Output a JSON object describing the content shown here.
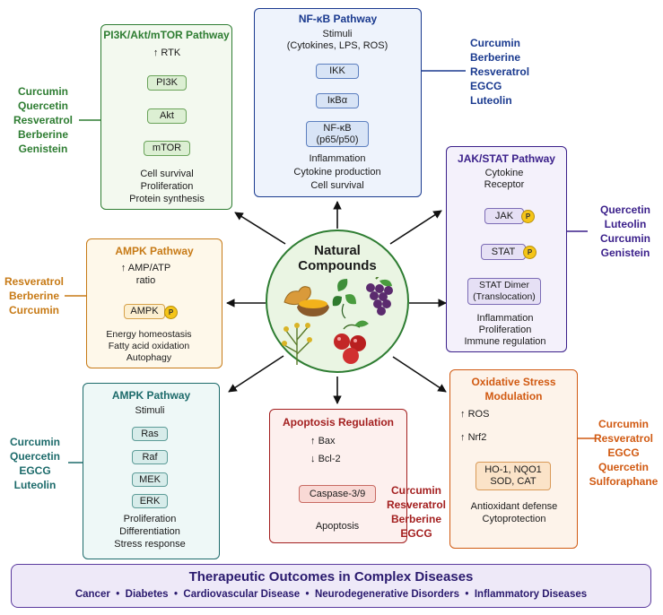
{
  "center": {
    "line1": "Natural",
    "line2": "Compounds"
  },
  "pi3k": {
    "title": "PI3K/Akt/mTOR Pathway",
    "rtk": "RTK",
    "pi3k": "PI3K",
    "akt": "Akt",
    "mtor": "mTOR",
    "out1": "Cell survival",
    "out2": "Proliferation",
    "out3": "Protein synthesis",
    "inhibitors": [
      "Curcumin",
      "Quercetin",
      "Resveratrol",
      "Berberine",
      "Genistein"
    ]
  },
  "nfkb": {
    "title": "NF-κB Pathway",
    "stim1": "Stimuli",
    "stim2": "(Cytokines, LPS, ROS)",
    "ikk": "IKK",
    "ikba": "IκBα",
    "nf1": "NF-κB",
    "nf2": "(p65/p50)",
    "out1": "Inflammation",
    "out2": "Cytokine production",
    "out3": "Cell survival",
    "inhibitors": [
      "Curcumin",
      "Berberine",
      "Resveratrol",
      "EGCG",
      "Luteolin"
    ]
  },
  "jak": {
    "title": "JAK/STAT Pathway",
    "c1": "Cytokine",
    "c2": "Receptor",
    "jak": "JAK",
    "stat": "STAT",
    "dimer1": "STAT Dimer",
    "dimer2": "(Translocation)",
    "out1": "Inflammation",
    "out2": "Proliferation",
    "out3": "Immune regulation",
    "inhibitors": [
      "Quercetin",
      "Luteolin",
      "Curcumin",
      "Genistein"
    ]
  },
  "ampk": {
    "title": "AMPK Pathway",
    "ratio1": "AMP/ATP",
    "ratio2": "ratio",
    "node": "AMPK",
    "out1": "Energy homeostasis",
    "out2": "Fatty acid oxidation",
    "out3": "Autophagy",
    "inhibitors": [
      "Resveratrol",
      "Berberine",
      "Curcumin"
    ]
  },
  "mapk": {
    "title": "AMPK Pathway",
    "stim": "Stimuli",
    "ras": "Ras",
    "raf": "Raf",
    "mek": "MEK",
    "erk": "ERK",
    "out1": "Proliferation",
    "out2": "Differentiation",
    "out3": "Stress response",
    "inhibitors": [
      "Curcumin",
      "Quercetin",
      "EGCG",
      "Luteolin"
    ]
  },
  "apop": {
    "title": "Apoptosis Regulation",
    "bax": "Bax",
    "bcl": "Bcl-2",
    "casp": "Caspase-3/9",
    "out": "Apoptosis",
    "inhibitors": [
      "Curcumin",
      "Resveratrol",
      "Berberine",
      "EGCG"
    ]
  },
  "ox": {
    "title1": "Oxidative Stress",
    "title2": "Modulation",
    "ros": "ROS",
    "nrf2": "Nrf2",
    "ho1": "HO-1, NQO1",
    "sod": "SOD, CAT",
    "out1": "Antioxidant defense",
    "out2": "Cytoprotection",
    "inhibitors": [
      "Curcumin",
      "Resveratrol",
      "EGCG",
      "Quercetin",
      "Sulforaphane"
    ]
  },
  "outcomes": {
    "title": "Therapeutic Outcomes in Complex Diseases",
    "items": [
      "Cancer",
      "Diabetes",
      "Cardiovascular Disease",
      "Neurodegenerative Disorders",
      "Inflammatory Diseases"
    ]
  },
  "phospho": "P",
  "colors": {
    "green": "#2e7d32",
    "navy": "#1a3a8f",
    "purple": "#3a1f8a",
    "orange": "#c77a16",
    "teal": "#1d6b6b",
    "red": "#a31f1f",
    "burnt": "#d15a12"
  }
}
